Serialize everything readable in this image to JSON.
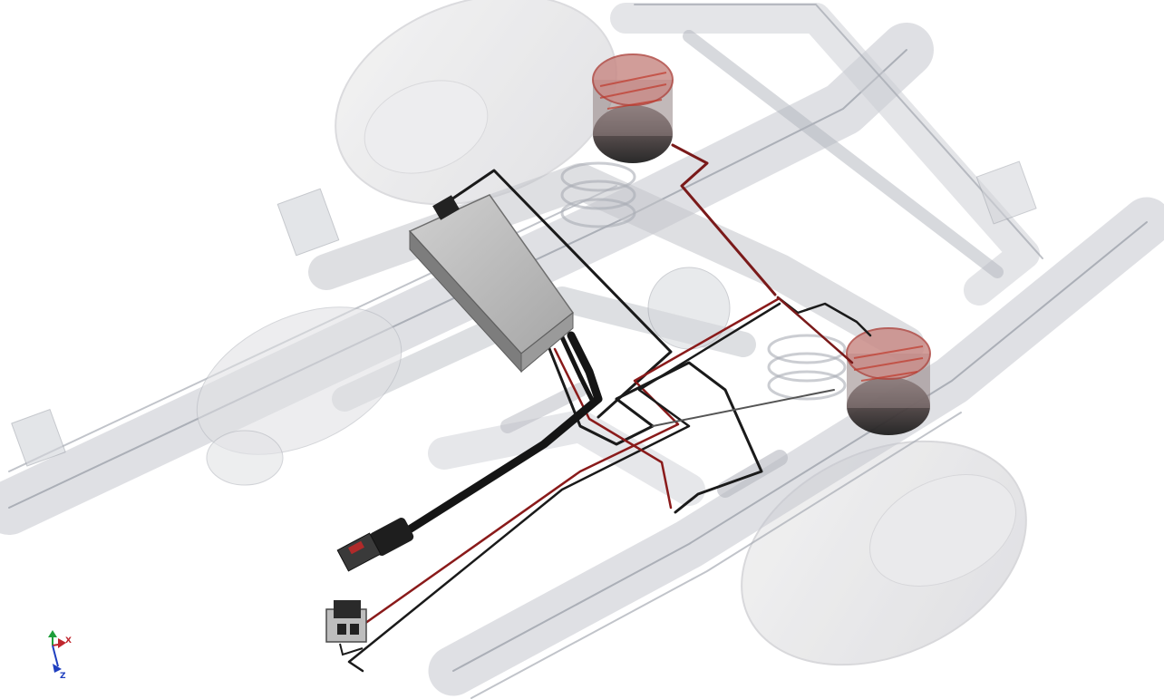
{
  "colors": {
    "background": "#ffffff",
    "frame_ghost": "#b9bcc4",
    "frame_edge": "#8f939c",
    "tire_ghost": "#e4e4e6",
    "compressor_top": "#bdbdbd",
    "compressor_side": "#8a8a8a",
    "wire_black": "#1a1a1a",
    "wire_red": "#9c1c1c",
    "airbag_red": "#c0392b",
    "airbag_dark": "#2a2a2a",
    "axis_x": "#c0262d",
    "axis_y": "#1f9e3a",
    "axis_z": "#1f3fbf"
  },
  "axis_triad": {
    "x_label": "X",
    "z_label": "Z"
  },
  "parts": {
    "frame": "ghosted-vehicle-frame",
    "tires": [
      "rear-left-tire",
      "rear-right-tire"
    ],
    "compressor": "air-compressor-unit",
    "airbags": [
      "left-air-spring",
      "right-air-spring"
    ],
    "connectors": [
      "power-harness-connector",
      "control-switch-connector"
    ]
  }
}
